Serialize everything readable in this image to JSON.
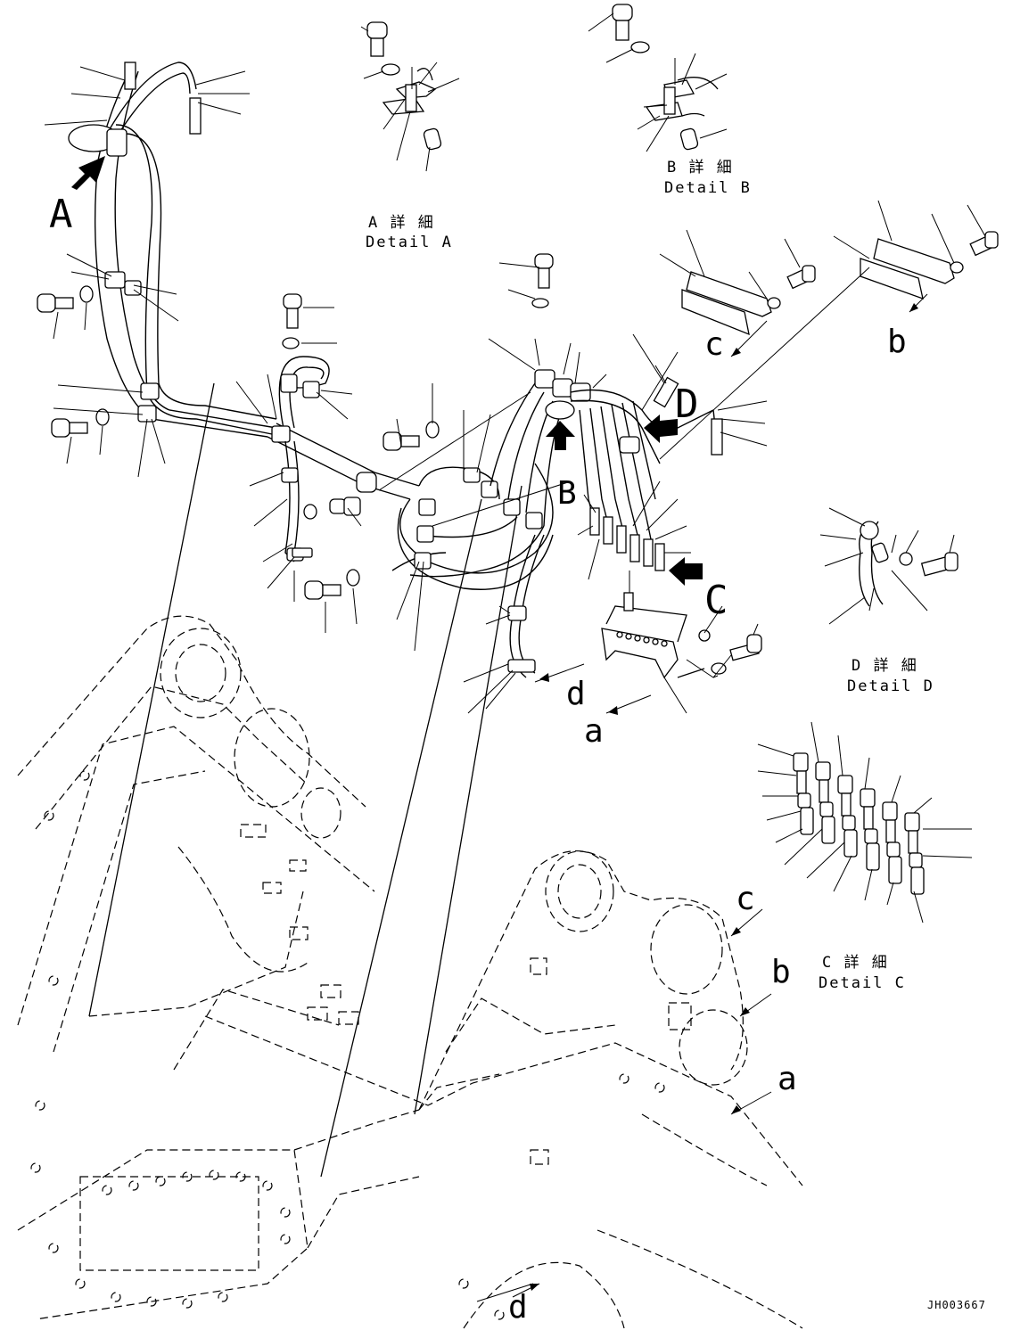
{
  "callouts": {
    "A": "A",
    "B": "B",
    "C": "C",
    "D": "D",
    "a": "a",
    "b": "b",
    "c": "c",
    "d": "d"
  },
  "details": {
    "A": {
      "jp": "A 詳 細",
      "en": "Detail A"
    },
    "B": {
      "jp": "B 詳 細",
      "en": "Detail B"
    },
    "C": {
      "jp": "C 詳 細",
      "en": "Detail C"
    },
    "D": {
      "jp": "D 詳 細",
      "en": "Detail D"
    }
  },
  "drawing_code": "JH003667"
}
